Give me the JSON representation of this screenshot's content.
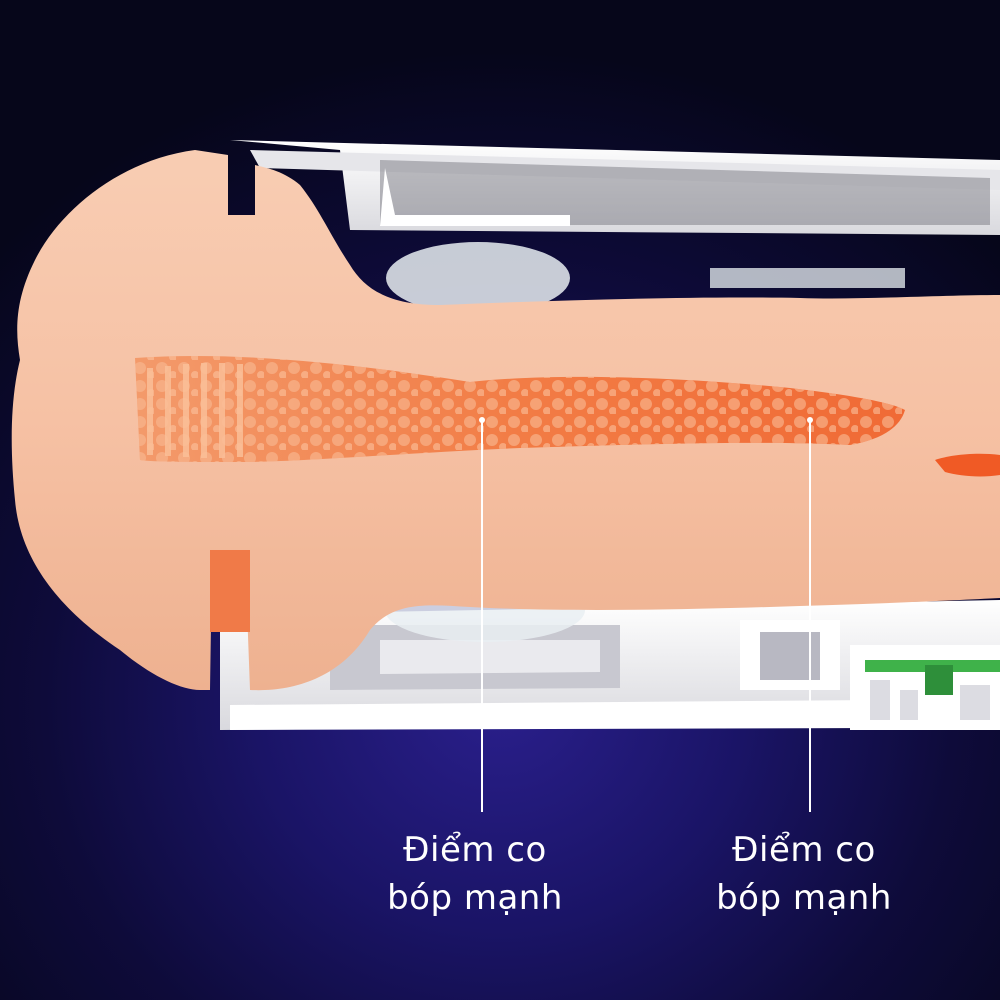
{
  "callouts": [
    {
      "line1": "Điểm co",
      "line2": "bóp mạnh"
    },
    {
      "line1": "Điểm co",
      "line2": "bóp mạnh"
    }
  ],
  "colors": {
    "background": "#1a1466",
    "sleeve": "#f6c3a8",
    "canal": "#f07a48",
    "housing": "#f2f2f2",
    "callout_line": "#ffffff",
    "pcb": "#3fb24a"
  }
}
